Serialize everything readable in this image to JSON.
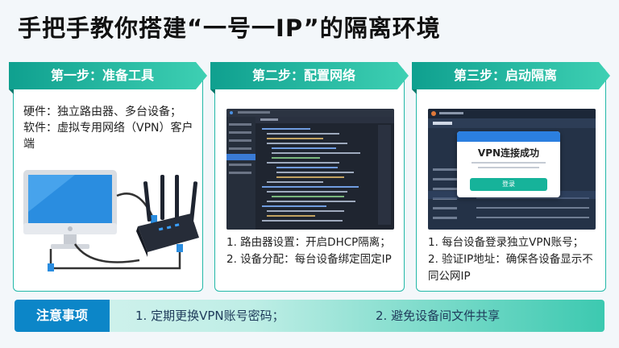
{
  "title": "手把手教你搭建“一号一IP”的隔离环境",
  "steps": [
    {
      "head": "第一步：准备工具",
      "lines": [
        "硬件：独立路由器、多台设备；",
        "软件：虚拟专用网络（VPN）客户端"
      ]
    },
    {
      "head": "第二步：配置网络",
      "lines": [
        "1. 路由器设置：开启DHCP隔离；",
        "2. 设备分配：每台设备绑定固定IP"
      ]
    },
    {
      "head": "第三步：启动隔离",
      "dialog_title": "VPN连接成功",
      "dialog_button": "登录",
      "lines": [
        "1. 每台设备登录独立VPN账号；",
        "2. 验证IP地址：确保各设备显示不同公网IP"
      ]
    }
  ],
  "notes": {
    "tag": "注意事项",
    "items": [
      "1. 定期更换VPN账号密码；",
      "2. 避免设备间文件共享"
    ]
  },
  "colors": {
    "accent": "#22b8a8",
    "head_start": "#0fa08f",
    "head_end": "#3ed0b3",
    "note_tag": "#0c86c8"
  }
}
